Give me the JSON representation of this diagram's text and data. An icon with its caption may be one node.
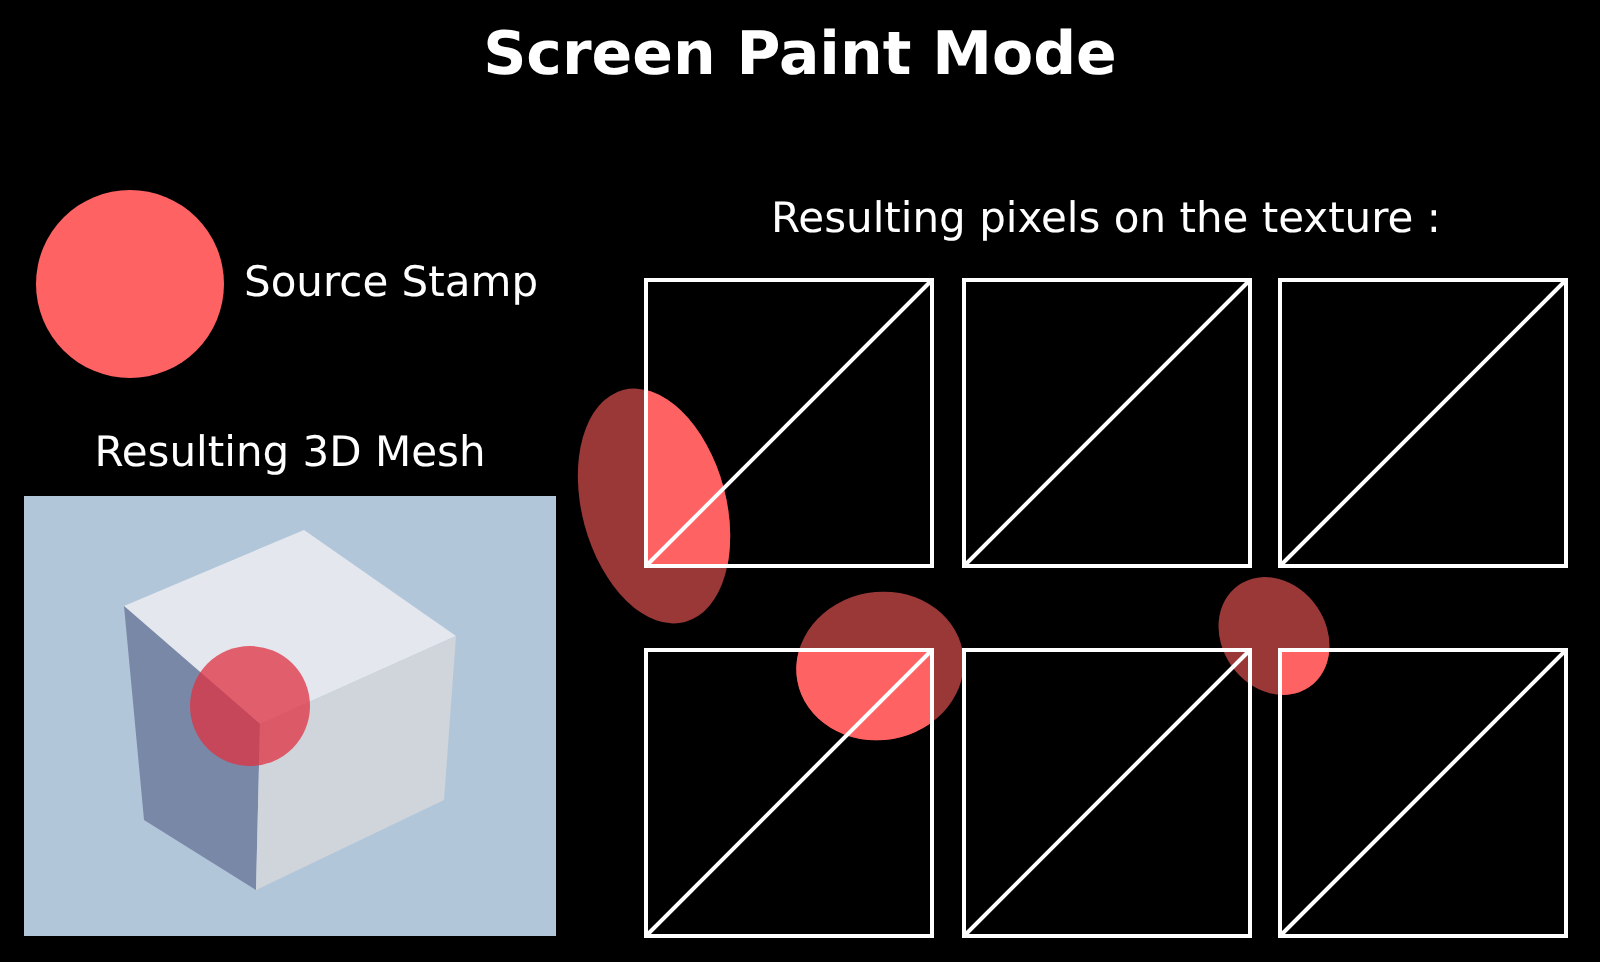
{
  "diagram": {
    "title": "Screen Paint Mode",
    "nodes": [
      {
        "text": [],
        "shape": "circle"
      }
    ],
    "labels": [
      "Source Stamp",
      "Resulting 3D Mesh",
      "Resulting pixels on the texture :"
    ]
  }
}
